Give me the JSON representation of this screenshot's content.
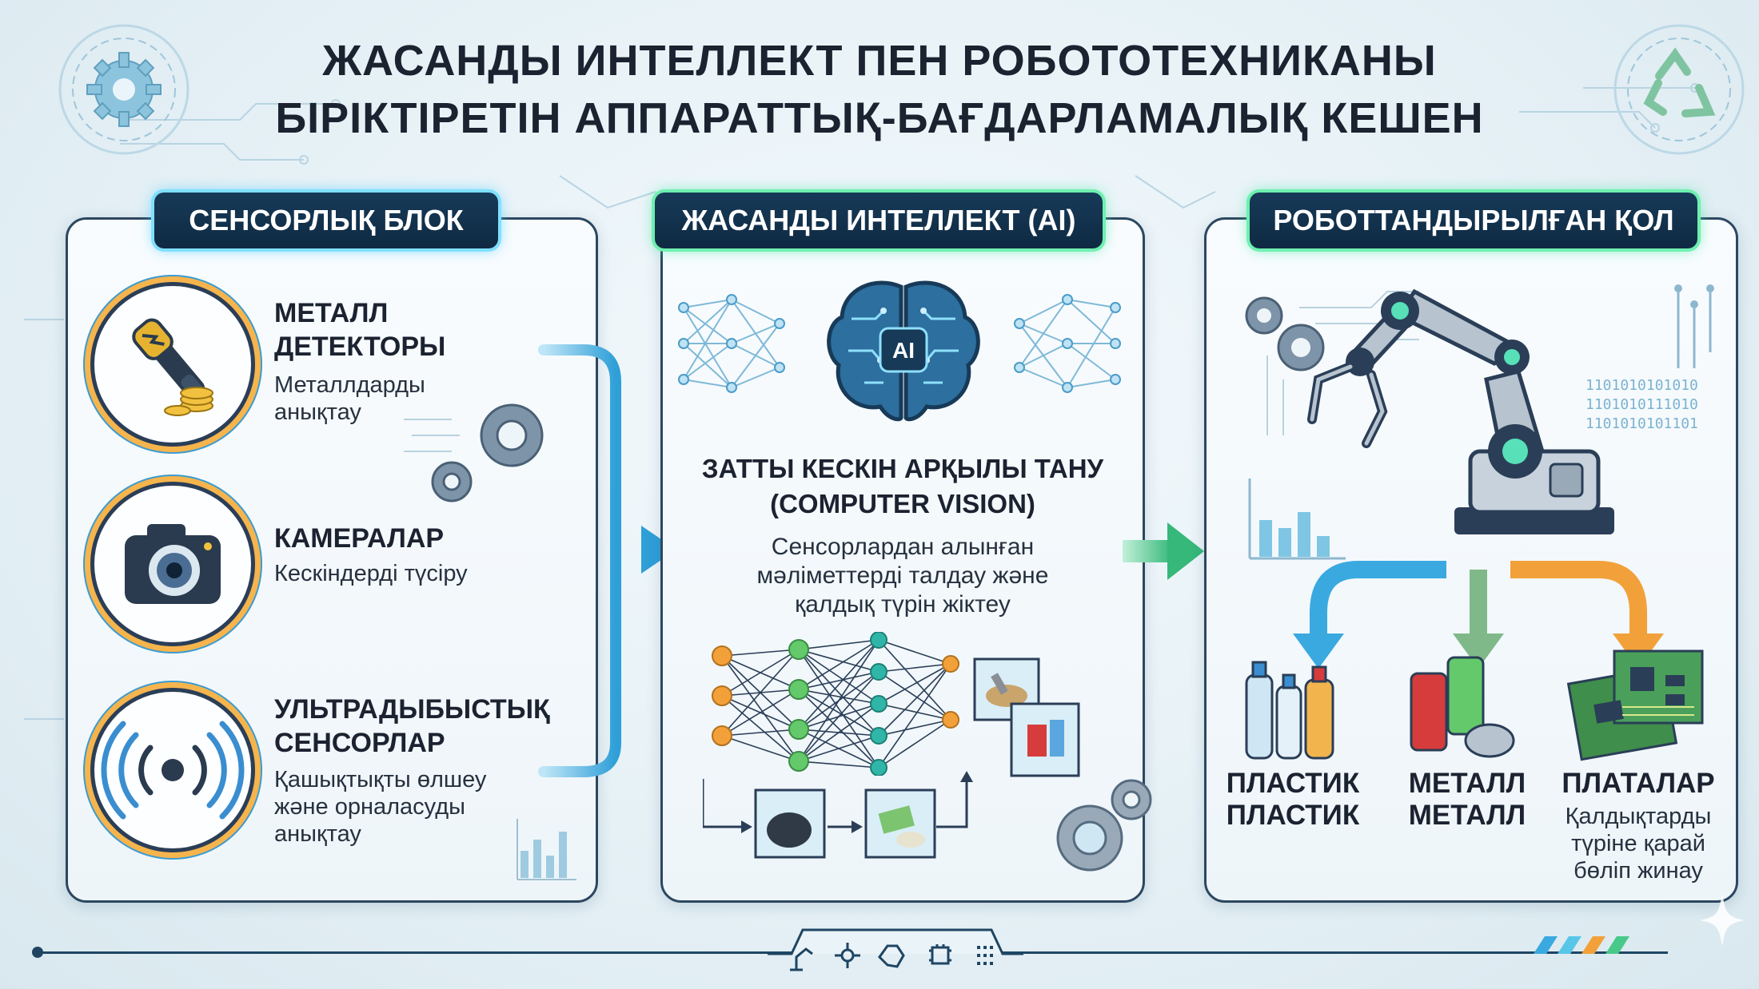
{
  "title": {
    "line1": "ЖАСАНДЫ ИНТЕЛЛЕКТ ПЕН РОБОТОТЕХНИКАНЫ",
    "line2": "БІРІКТІРЕТІН АППАРАТТЫҚ-БАҒДАРЛАМАЛЫҚ КЕШЕН"
  },
  "sensor_block": {
    "header": "СЕНСОРЛЫҚ БЛОК",
    "items": [
      {
        "title_line1": "МЕТАЛЛ",
        "title_line2": "ДЕТЕКТОРЫ",
        "desc_line1": "Металлдарды",
        "desc_line2": "анықтау",
        "icon": "metal-detector-icon"
      },
      {
        "title_line1": "КАМЕРАЛАР",
        "desc_line1": "Кескіндерді түсіру",
        "icon": "camera-icon"
      },
      {
        "title_line1": "УЛЬТРАДЫБЫСТЫҚ",
        "title_line2": "СЕНСОРЛАР",
        "desc_line1": "Қашықтықты өлшеу",
        "desc_line2": "және орналасуды",
        "desc_line3": "анықтау",
        "icon": "ultrasonic-sensor-icon"
      }
    ]
  },
  "ai_block": {
    "header": "ЖАСАНДЫ ИНТЕЛЛЕКТ (AI)",
    "brain_label": "AI",
    "title_line1": "ЗАТТЫ КЕСКІН АРҚЫЛЫ ТАНУ",
    "title_line2": "(COMPUTER VISION)",
    "desc_line1": "Сенсорлардан алынған",
    "desc_line2": "мәліметтерді талдау және",
    "desc_line3": "қалдық түрін жіктеу"
  },
  "robot_block": {
    "header": "РОБОТТАНДЫРЫЛҒАН ҚОЛ",
    "binary_lines": [
      "1101010101010",
      "1101010111010",
      "1101010101101"
    ],
    "categories": [
      {
        "label_line1": "ПЛАСТИК",
        "label_line2": "ПЛАСТИК",
        "icon": "plastic-bottles-icon"
      },
      {
        "label_line1": "МЕТАЛЛ",
        "label_line2": "МЕТАЛЛ",
        "icon": "metal-cans-icon"
      },
      {
        "label_line1": "ПЛАТАЛАР",
        "desc_line1": "Қалдықтарды",
        "desc_line2": "түріне қарай",
        "desc_line3": "бөліп жинау",
        "icon": "circuit-board-icon"
      }
    ]
  },
  "colors": {
    "header_bg": "#0f2a42",
    "glow_blue": "#7fe0ff",
    "glow_green": "#6ff0b0",
    "arrow_blue": "#3aa9e0",
    "arrow_green": "#48c98a",
    "arrow_orange": "#f2a13a",
    "node_orange": "#f2a13a",
    "node_green": "#63c96b",
    "node_teal": "#2fb6a8"
  }
}
